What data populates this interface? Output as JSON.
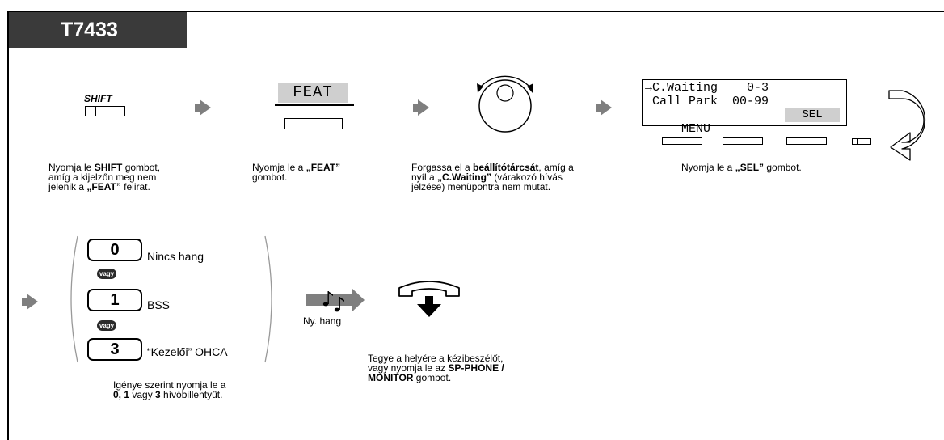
{
  "model": "T7433",
  "step1": {
    "shift_label": "SHIFT",
    "caption_pre": "Nyomja le ",
    "caption_bold": "SHIFT",
    "caption_post1": " gombot,",
    "caption_line2": "amíg a kijelzőn meg nem",
    "caption_line3_pre": "jelenik a ",
    "caption_line3_bold": "„FEAT”",
    "caption_line3_post": " felirat."
  },
  "step2": {
    "feat_label": "FEAT",
    "caption_pre": "Nyomja le a ",
    "caption_bold": "„FEAT”",
    "caption_line2": "gombot."
  },
  "step3": {
    "caption_pre": "Forgassa el a ",
    "caption_bold": "beállítótárcsát",
    "caption_post": ", amíg a",
    "caption_line2_pre": "nyíl a ",
    "caption_line2_bold": "„C.Waiting”",
    "caption_line2_post": " (várakozó hívás",
    "caption_line3": "jelzése) menüpontra nem mutat."
  },
  "step4": {
    "lcd_row1": "→C.Waiting    0-3",
    "lcd_row2": " Call Park  00-99",
    "lcd_row3_left": " MENU",
    "lcd_row3_sel": "SEL",
    "caption_pre": "Nyomja le a ",
    "caption_bold": "„SEL”",
    "caption_post": " gombot."
  },
  "step5": {
    "options": [
      {
        "key": "0",
        "label": "Nincs hang"
      },
      {
        "key": "1",
        "label": "BSS"
      },
      {
        "key": "3",
        "label": "“Kezelői” OHCA"
      }
    ],
    "or_label": "vagy",
    "caption_line1": "Igénye szerint nyomja le a",
    "caption_line2_bold1": "0, 1",
    "caption_line2_mid": " vagy ",
    "caption_line2_bold2": "3",
    "caption_line2_post": " hívóbillentyűt."
  },
  "tone": {
    "label": "Ny. hang"
  },
  "step6": {
    "caption_line1": "Tegye a helyére a kézibeszélőt,",
    "caption_line2_pre": "vagy nyomja le az ",
    "caption_line2_bold": "SP-PHONE /",
    "caption_line3_bold": "MONITOR",
    "caption_line3_post": " gombot."
  }
}
